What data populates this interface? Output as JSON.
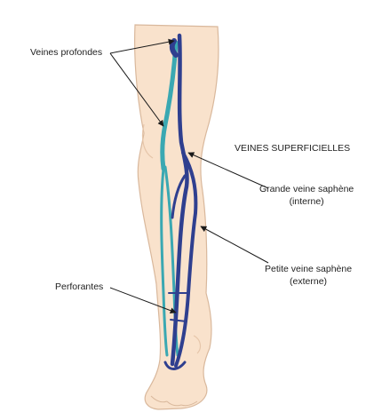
{
  "diagram": {
    "title": "VEINES SUPERFICIELLES",
    "labels": {
      "deep_veins": "Veines profondes",
      "great_saphenous_line1": "Grande veine saphène",
      "great_saphenous_line2": "(interne)",
      "small_saphenous_line1": "Petite veine saphène",
      "small_saphenous_line2": "(externe)",
      "perforators": "Perforantes"
    },
    "colors": {
      "skin": "#f9e2cc",
      "skin_outline": "#d9b89c",
      "deep_vein": "#3aa8b2",
      "superficial_vein": "#2f3f8f",
      "leader_line": "#1a1a1a"
    }
  }
}
